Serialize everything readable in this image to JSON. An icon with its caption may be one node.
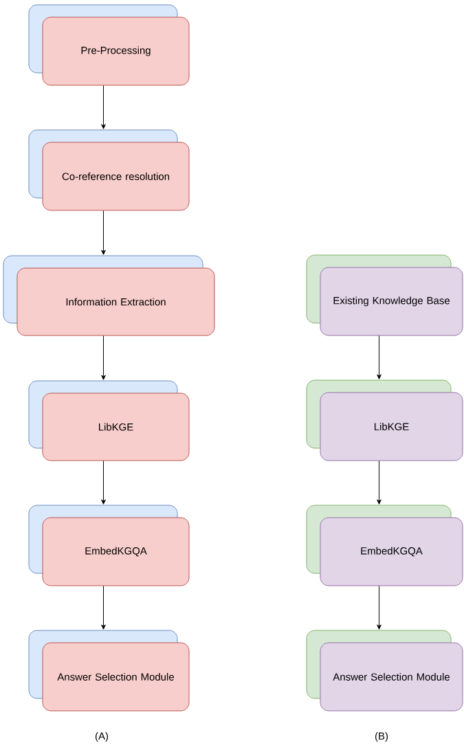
{
  "diagram": {
    "nodes": [
      {
        "text": [
          "Pre-Processing"
        ]
      },
      {
        "text": [
          "Co-reference resolution"
        ]
      },
      {
        "text": [
          "Information Extraction"
        ]
      },
      {
        "text": [
          "LibKGE"
        ]
      },
      {
        "text": [
          "EmbedKGQA"
        ]
      },
      {
        "text": [
          "Answer Selection Module"
        ]
      },
      {
        "text": [
          "Existing Knowledge Base"
        ]
      },
      {
        "text": [
          "LibKGE"
        ]
      },
      {
        "text": [
          "EmbedKGQA"
        ]
      },
      {
        "text": [
          "Answer Selection Module"
        ]
      }
    ],
    "edges": [
      {
        "from": 0,
        "to": 1,
        "arrow": "to"
      },
      {
        "from": 1,
        "to": 2,
        "arrow": "to"
      },
      {
        "from": 2,
        "to": 3,
        "arrow": "to"
      },
      {
        "from": 3,
        "to": 4,
        "arrow": "to"
      },
      {
        "from": 4,
        "to": 5,
        "arrow": "to"
      },
      {
        "from": 6,
        "to": 7,
        "arrow": "to"
      },
      {
        "from": 7,
        "to": 8,
        "arrow": "to"
      },
      {
        "from": 8,
        "to": 9,
        "arrow": "to"
      }
    ],
    "labels": [
      "(A)",
      "(B)"
    ]
  }
}
